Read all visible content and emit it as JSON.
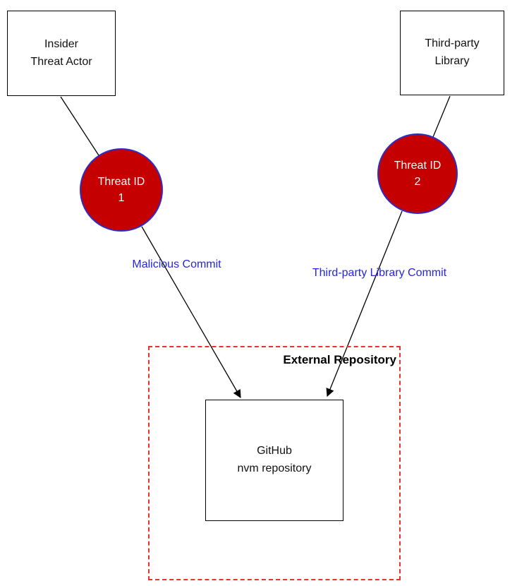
{
  "nodes": {
    "insider_threat_actor": {
      "line1": "Insider",
      "line2": "Threat Actor"
    },
    "third_party_library": {
      "line1": "Third-party",
      "line2": "Library"
    },
    "threat_1": {
      "line1": "Threat ID",
      "line2": "1"
    },
    "threat_2": {
      "line1": "Threat ID",
      "line2": "2"
    },
    "github_repo": {
      "line1": "GitHub",
      "line2": "nvm repository"
    }
  },
  "edge_labels": {
    "malicious_commit": "Malicious Commit",
    "third_party_commit": "Third-party Library Commit"
  },
  "boundary": {
    "label": "External Repository"
  },
  "colors": {
    "threat_fill": "#c40000",
    "threat_border": "#2d2dc9",
    "edge_label_blue": "#2525dd",
    "boundary_red": "#e8322d",
    "line_black": "#000000"
  }
}
